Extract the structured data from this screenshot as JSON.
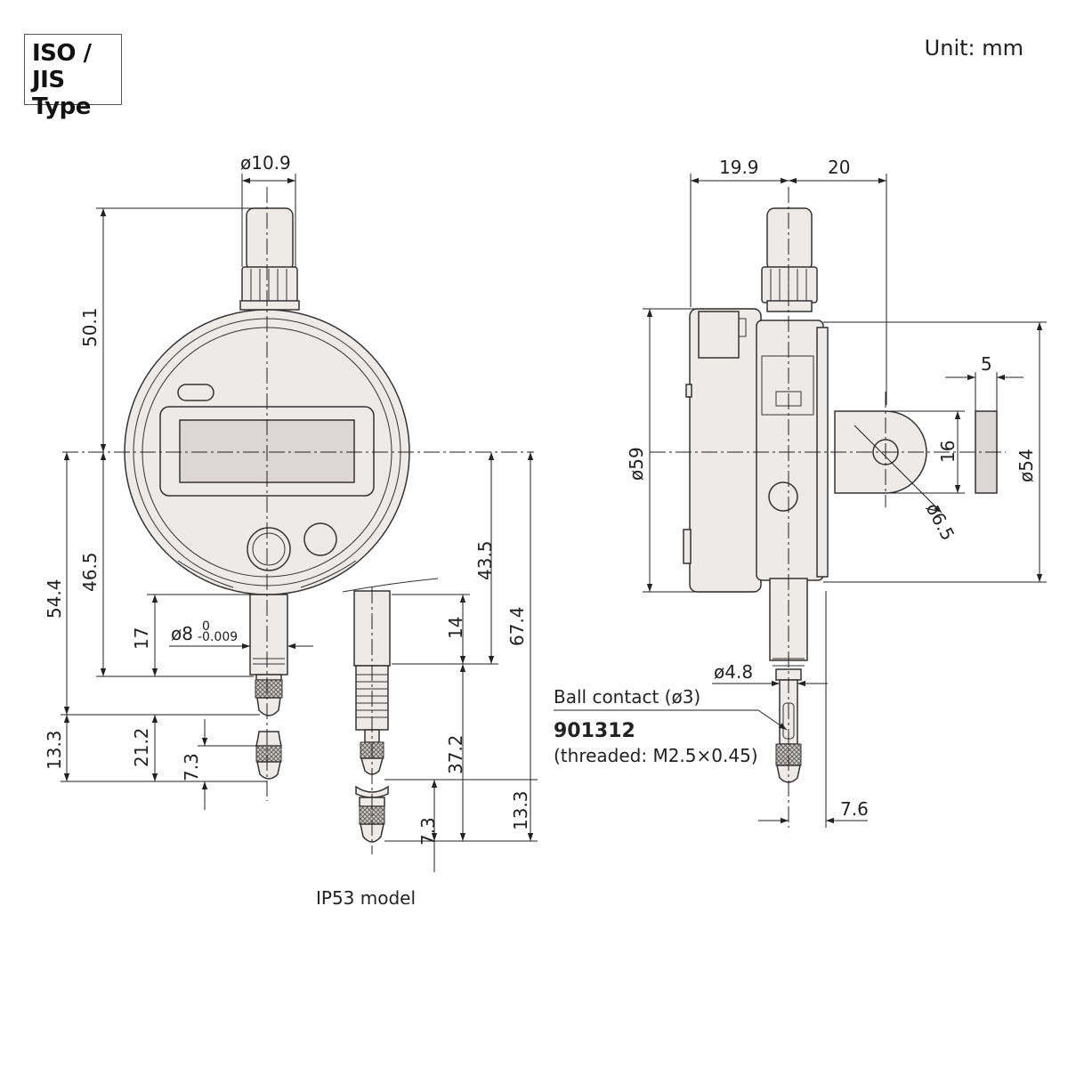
{
  "header": {
    "type_badge_line1": "ISO / JIS",
    "type_badge_line2": "Type",
    "unit_label": "Unit: mm"
  },
  "front_view": {
    "dim_cap_diameter": "ø10.9",
    "dim_top_height": "50.1",
    "dim_stem_from_center": "46.5",
    "dim_total_lower": "54.4",
    "dim_stem_length": "17",
    "dim_stem_diameter": "ø8",
    "dim_stem_tol_upper": "0",
    "dim_stem_tol_lower": "-0.009",
    "dim_contact_length": "13.3",
    "dim_tip_offset": "21.2",
    "dim_tip_length": "7.3"
  },
  "ip53_view": {
    "dim_center_to_stem": "43.5",
    "dim_total": "67.4",
    "dim_stem_length": "14",
    "dim_lower_length": "37.2",
    "dim_tip_length": "7.3",
    "dim_contact_length": "13.3",
    "caption": "IP53 model"
  },
  "side_view": {
    "dim_back_depth": "19.9",
    "dim_front_depth": "20",
    "dim_body_diameter": "ø59",
    "dim_lug_width": "5",
    "dim_lug_height": "16",
    "dim_lug_hole": "ø6.5",
    "dim_bezel_diameter": "ø54",
    "dim_stem_diameter": "ø4.8",
    "ball_contact_label": "Ball contact (ø3)",
    "part_number": "901312",
    "thread_note": "(threaded: M2.5×0.45)",
    "dim_offset": "7.6"
  }
}
